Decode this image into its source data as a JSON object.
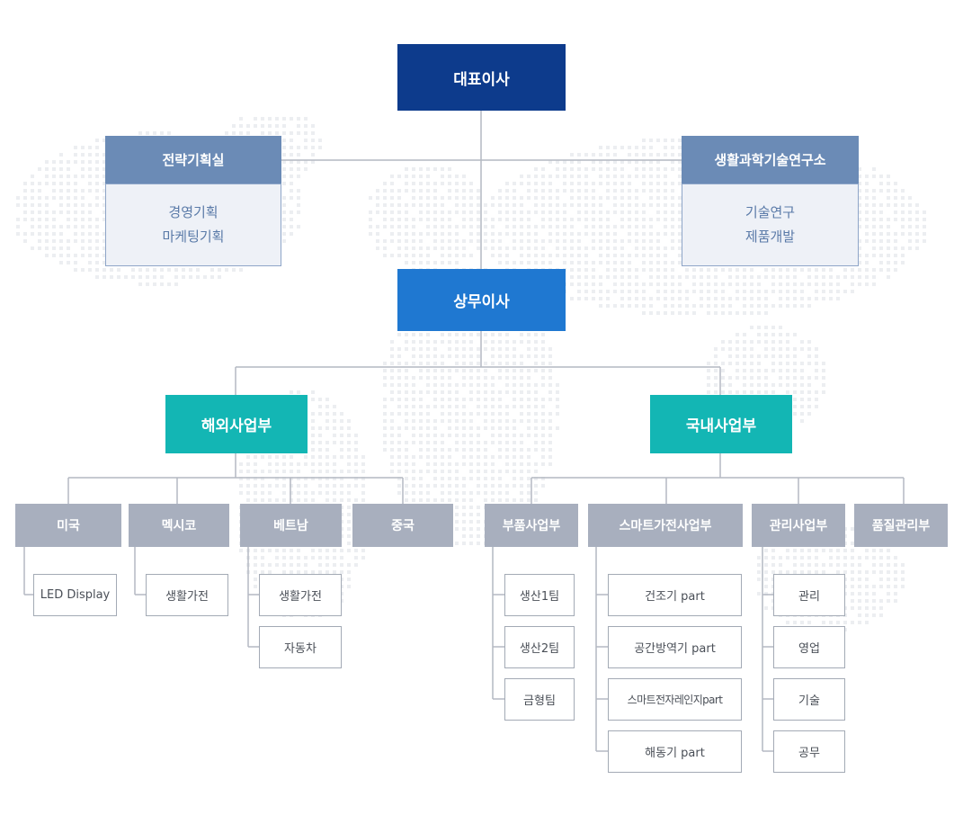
{
  "ceo": "대표이사",
  "staff_units": [
    {
      "title": "전략기획실",
      "items": [
        "경영기획",
        "마케팅기획"
      ]
    },
    {
      "title": "생활과학기술연구소",
      "items": [
        "기술연구",
        "제품개발"
      ]
    }
  ],
  "executive": "상무이사",
  "divisions": [
    {
      "name": "해외사업부",
      "units": [
        {
          "name": "미국",
          "items": [
            "LED Display"
          ]
        },
        {
          "name": "멕시코",
          "items": [
            "생활가전"
          ]
        },
        {
          "name": "베트남",
          "items": [
            "생활가전",
            "자동차"
          ]
        },
        {
          "name": "중국",
          "items": []
        }
      ]
    },
    {
      "name": "국내사업부",
      "units": [
        {
          "name": "부품사업부",
          "items": [
            "생산1팀",
            "생산2팀",
            "금형팀"
          ]
        },
        {
          "name": "스마트가전사업부",
          "items": [
            "건조기 part",
            "공간방역기 part",
            "스마트전자레인지part",
            "해동기 part"
          ]
        },
        {
          "name": "관리사업부",
          "items": [
            "관리",
            "영업",
            "기술",
            "공무"
          ]
        },
        {
          "name": "품질관리부",
          "items": []
        }
      ]
    }
  ]
}
